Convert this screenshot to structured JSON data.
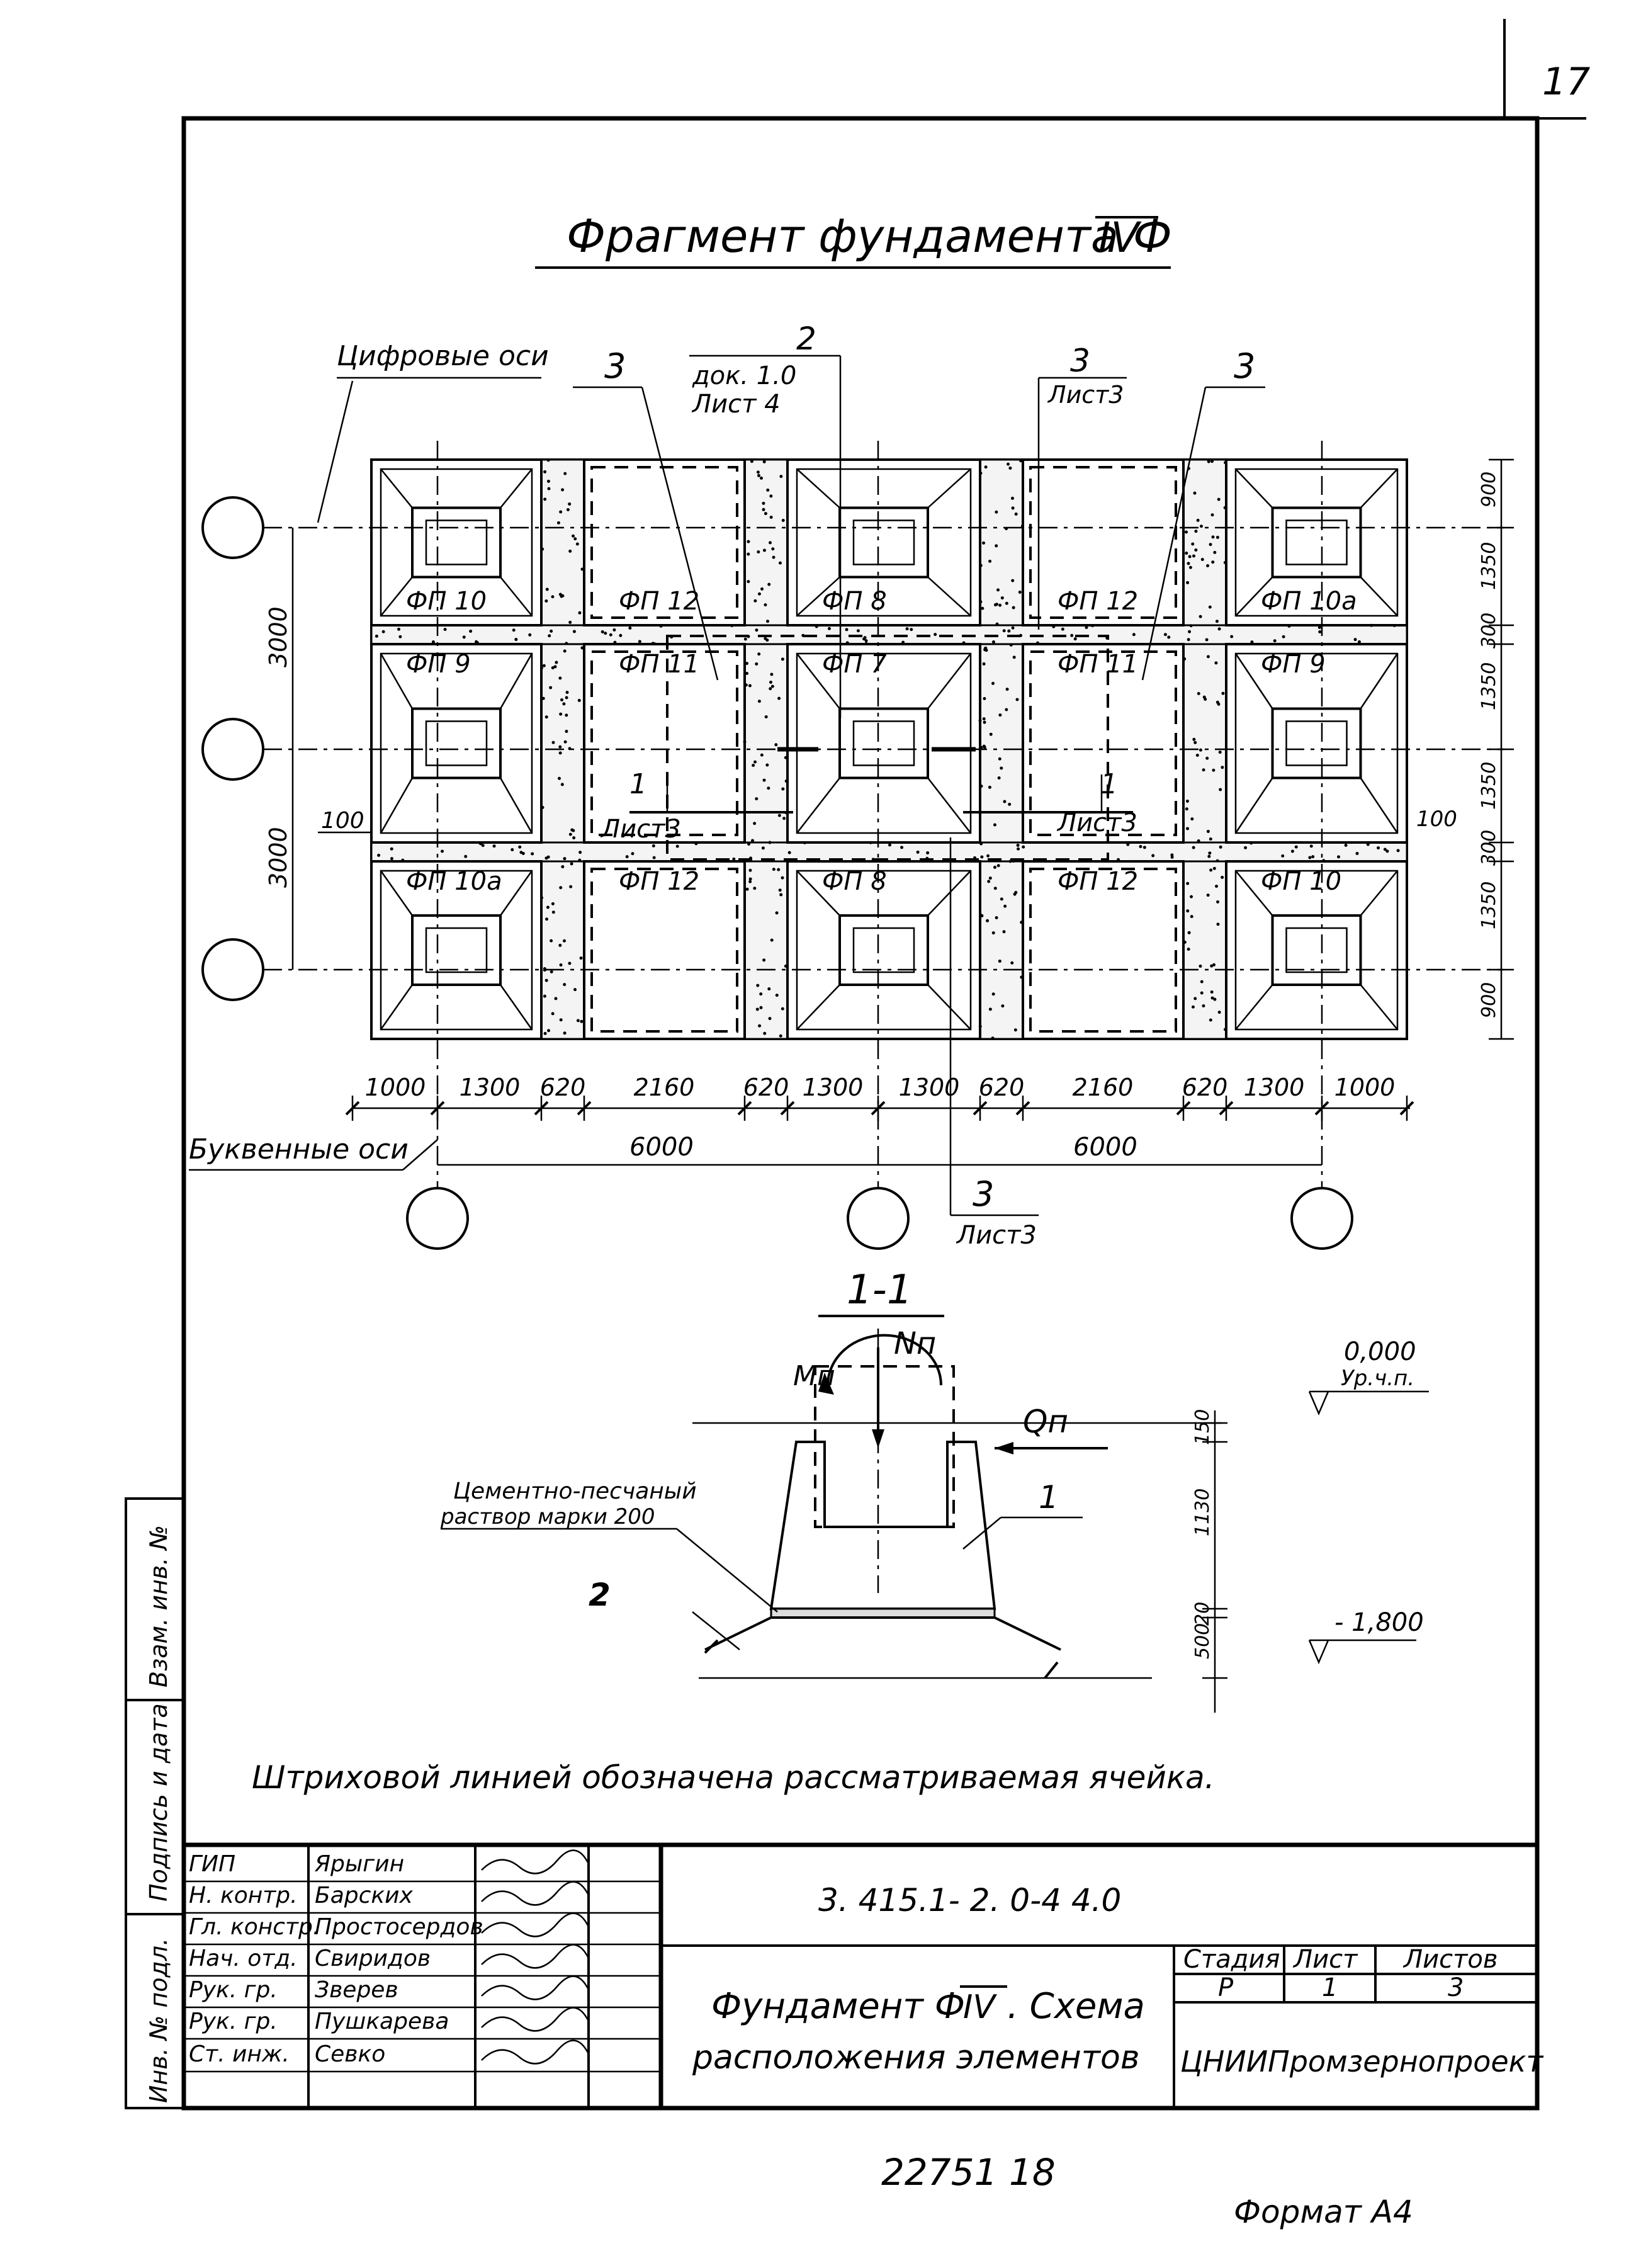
{
  "page_number": "17",
  "title": "Фрагмент фундамента Ф",
  "title_roman": "IV",
  "labels": {
    "digital_axes": "Цифровые оси",
    "letter_axes": "Буквенные оси",
    "callout_3": "3",
    "callout_2": "2",
    "doc_ref": "док. 1.0",
    "doc_sheet": "Лист 4",
    "sheet3": "Лист3",
    "section_mark": "1",
    "section_title": "1-1",
    "Nn": "Nп",
    "Mn": "Mп",
    "Qn": "Qп",
    "level_top": "0,000",
    "level_top_sub": "Ур.ч.п.",
    "level_bottom": "- 1,800",
    "mortar_1": "Цементно-песчаный",
    "mortar_2": "раствор марки 200",
    "pos_1": "1",
    "pos_2": "2",
    "note": "Штриховой линией обозначена рассматриваемая ячейка.",
    "dim_100": "100"
  },
  "plan": {
    "cells_row1": [
      "ФП 10",
      "ФП 12",
      "ФП 8",
      "ФП 12",
      "ФП 10а"
    ],
    "cells_row2": [
      "ФП 9",
      "ФП 11",
      "ФП 7",
      "ФП 11",
      "ФП 9"
    ],
    "cells_row3": [
      "ФП 10а",
      "ФП 12",
      "ФП 8",
      "ФП 12",
      "ФП 10"
    ],
    "bottom_dims": [
      "1000",
      "1300",
      "620",
      "2160",
      "620",
      "1300",
      "1300",
      "620",
      "2160",
      "620",
      "1300",
      "1000"
    ],
    "axis_dims": [
      "6000",
      "6000"
    ],
    "left_dims": [
      "3000",
      "3000"
    ],
    "right_dims": [
      "900",
      "1350",
      "300",
      "1350",
      "1350",
      "300",
      "1350",
      "900"
    ],
    "section_dims": [
      "150",
      "1130",
      "20",
      "500"
    ]
  },
  "title_block": {
    "doc_code": "3. 415.1- 2. 0-4   4.0",
    "roles": [
      "ГИП",
      "Н. контр.",
      "Гл. констр.",
      "Нач. отд.",
      "Рук. гр.",
      "Рук. гр.",
      "Ст. инж."
    ],
    "names": [
      "Ярыгин",
      "Барских",
      "Простосердов",
      "Свиридов",
      "Зверев",
      "Пушкарева",
      "Севко"
    ],
    "drawing_title_1": "Фундамент Ф",
    "drawing_title_roman": "IV",
    "drawing_title_1b": ". Схема",
    "drawing_title_2": "расположения элементов",
    "stage_label": "Стадия",
    "sheet_label": "Лист",
    "sheets_label": "Листов",
    "stage": "Р",
    "sheet": "1",
    "sheets": "3",
    "org": "ЦНИИПромзернопроект"
  },
  "side_stamp": {
    "inv_podl": "Инв. № подл.",
    "sign_date": "Подпись и дата",
    "vzam_inv": "Взам. инв. №"
  },
  "footer": {
    "inventory": "22751   18",
    "format": "Формат А4"
  }
}
